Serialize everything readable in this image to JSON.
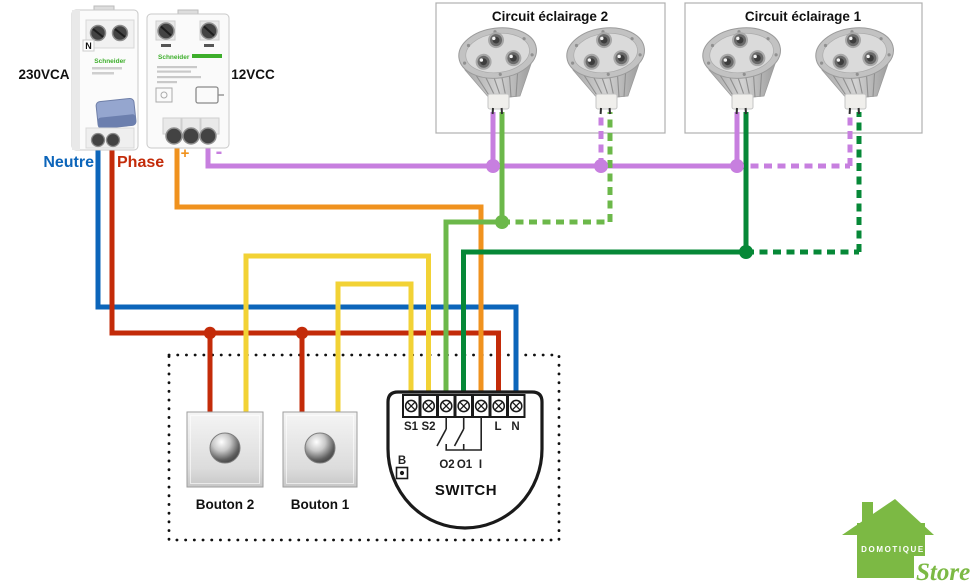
{
  "labels": {
    "breaker_voltage": "230VCA",
    "psu_voltage": "12VCC",
    "neutral": "Neutre",
    "phase": "Phase",
    "dc_plus": "+",
    "dc_minus": "-",
    "breaker_n": "N",
    "brand": "Schneider"
  },
  "circuits": {
    "circuit2_title": "Circuit éclairage 2",
    "circuit1_title": "Circuit éclairage 1"
  },
  "buttons": {
    "bouton2": "Bouton 2",
    "bouton1": "Bouton 1"
  },
  "switch": {
    "title": "SWITCH",
    "s1": "S1",
    "s2": "S2",
    "l": "L",
    "n": "N",
    "o2": "O2",
    "o1": "O1",
    "i": "I",
    "service_button": "B"
  },
  "logo": {
    "brand": "DOMOTIQUE",
    "store": "Store"
  },
  "colors": {
    "neutral_wire": "#0c65ba",
    "phase_wire": "#c32b09",
    "dc_plus_wire": "#f0921e",
    "dc_minus_wire": "#c77fdf",
    "button_wire": "#f2d235",
    "circuit2_wire": "#6cb84a",
    "circuit1_wire": "#068837",
    "logo_green": "#7cb944",
    "brand_green": "#3dae2b"
  }
}
